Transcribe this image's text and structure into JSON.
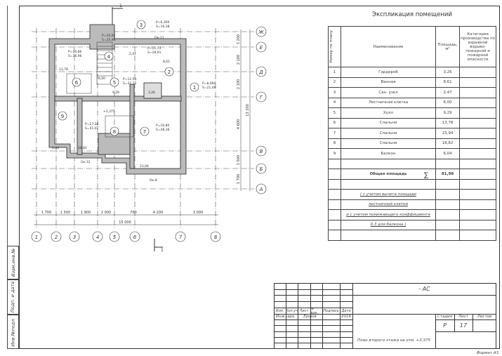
{
  "explication": {
    "title": "Экспликация помещений",
    "headers": {
      "num": "Номер по плану",
      "name": "Наименование",
      "area": "Площадь, м²",
      "category": "Категория производства по взрывной взрыво-пожарной и пожарной опасности"
    },
    "rows": [
      {
        "num": "1",
        "name": "Гардероб",
        "area": "3,26"
      },
      {
        "num": "2",
        "name": "Ванная",
        "area": "8,61"
      },
      {
        "num": "3",
        "name": "Сан. узел",
        "area": "2,47"
      },
      {
        "num": "4",
        "name": "Лестничная клетка",
        "area": "6,00"
      },
      {
        "num": "5",
        "name": "Холл",
        "area": "9,29"
      },
      {
        "num": "6",
        "name": "Спальня",
        "area": "13,78"
      },
      {
        "num": "7",
        "name": "Спальня",
        "area": "23,94"
      },
      {
        "num": "8",
        "name": "Спальня",
        "area": "18,82"
      },
      {
        "num": "9",
        "name": "Балкон",
        "area": "6,04"
      }
    ],
    "total_label": "Общая площадь",
    "total_symbol": "∑",
    "total_value": "81,98",
    "notes": [
      "( с учетом вычета площади",
      "лестничной клетки",
      "и с учетом понижающего коэффициента",
      "0,3 для балкона )"
    ]
  },
  "title_block": {
    "code": "- АС",
    "col_headers": [
      "Изм.",
      "Кол.уч",
      "Лист",
      "№ док.",
      "Подпись",
      "Дата"
    ],
    "role": "Инж.-арх.",
    "author": "Ершов",
    "year": "2016",
    "stage_label": "Стадия",
    "sheet_label": "Лист",
    "sheets_label": "Листов",
    "stage": "Р",
    "sheet": "17",
    "drawing_title": "План второго этажа на отм. +3,375",
    "format": "Формат А3"
  },
  "side_stamp": [
    "Инв.№подл.",
    "Подп. и дата",
    "Взам.инв.№"
  ],
  "plan": {
    "axes_x": [
      "1",
      "2",
      "3",
      "4",
      "5",
      "6",
      "7",
      "8"
    ],
    "axes_y": [
      "Ж",
      "Е",
      "Д",
      "Г",
      "В",
      "Б",
      "А"
    ],
    "dims_x": [
      "1 700",
      "1 500",
      "1 900",
      "2 000",
      "700",
      "4 200",
      "3 000"
    ],
    "total_x": "15 000",
    "dims_y": [
      "1 200",
      "2 100",
      "2 100",
      "4 600",
      "1 500",
      "1 700"
    ],
    "total_y": "13 200",
    "section_mark": "1",
    "level": "+3,375",
    "windows": [
      "Ок-11",
      "Ок-12",
      "Ок-8"
    ],
    "rooms": [
      "1",
      "2",
      "3",
      "4",
      "5",
      "6",
      "7",
      "8",
      "9"
    ],
    "perims": [
      {
        "p": "P=6,300",
        "s": "S=16,38"
      },
      {
        "p": "P=10,92",
        "s": "S=25,98"
      },
      {
        "p": "P=14,86",
        "s": "S=36,96"
      },
      {
        "p": "P=11,74",
        "s": "S=28,91"
      },
      {
        "p": "P=12,54",
        "s": "S=31,11"
      },
      {
        "p": "P=8,060",
        "s": "S=21,48"
      },
      {
        "p": "P=17,36",
        "s": "S=41,02"
      },
      {
        "p": "P=10,80",
        "s": "S=48,36"
      }
    ],
    "areas": [
      "13,78",
      "6,00",
      "2,47",
      "8,61",
      "9,29",
      "3,26",
      "6,04",
      "18,82",
      "23,94"
    ]
  }
}
